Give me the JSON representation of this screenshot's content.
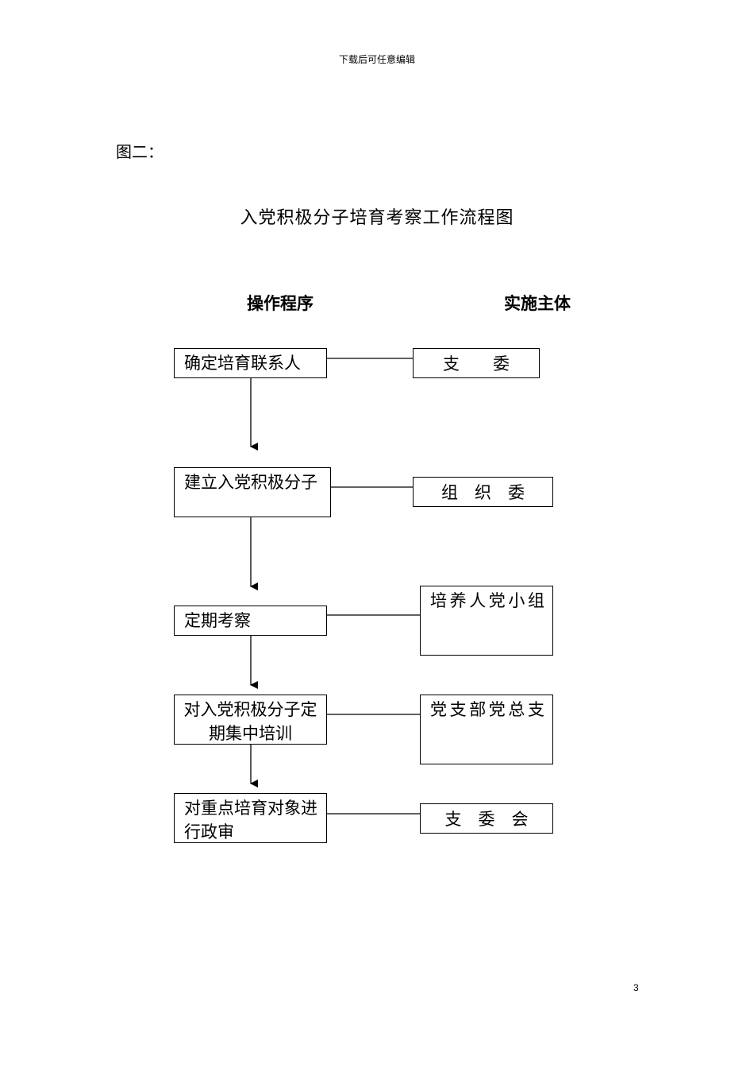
{
  "header_note": "下载后可任意编辑",
  "figure_label": "图二：",
  "title": "入党积极分子培育考察工作流程图",
  "columns": {
    "left": "操作程序",
    "right": "实施主体"
  },
  "steps": [
    {
      "label": "确定培育联系人",
      "actor": "支　　委"
    },
    {
      "label": "建立入党积极分子",
      "actor": "组　织　委"
    },
    {
      "label": "定期考察",
      "actor": "培养人党小组"
    },
    {
      "label": "对入党积极分子定期集中培训",
      "actor": "党支部党总支"
    },
    {
      "label": "对重点培育对象进行政审",
      "actor": "支　委　会"
    }
  ],
  "page_number": "3"
}
